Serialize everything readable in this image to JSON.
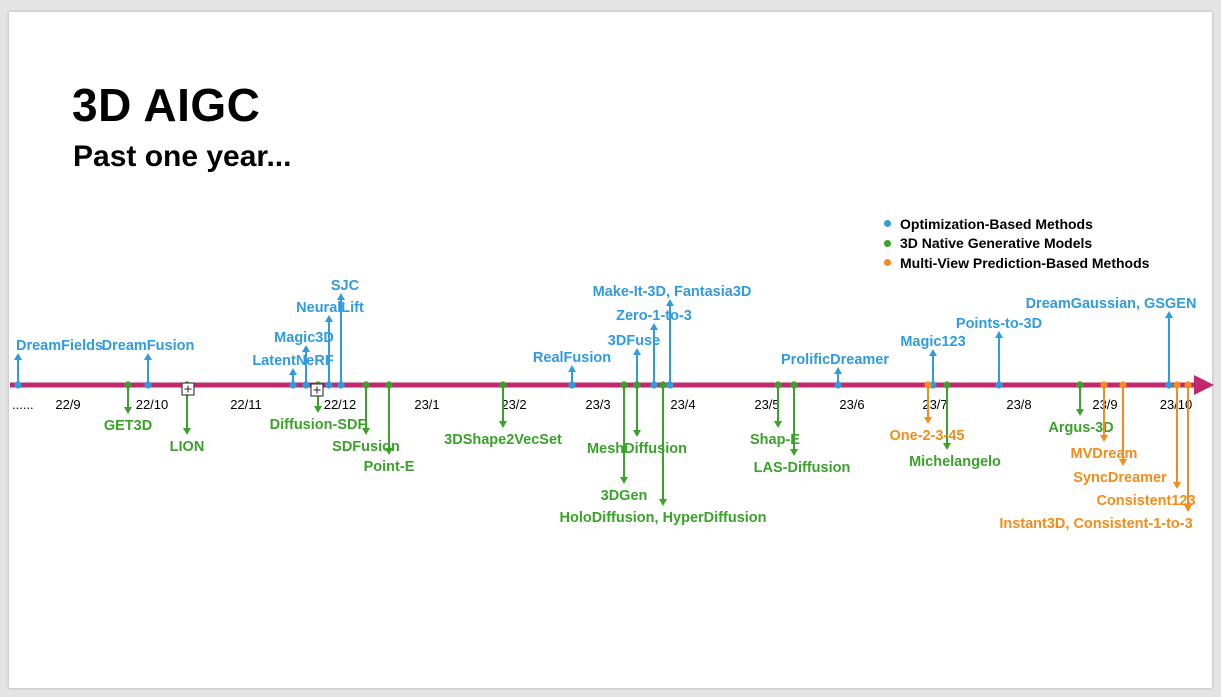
{
  "slide": {
    "title": "3D AIGC",
    "subtitle": "Past one year..."
  },
  "colors": {
    "optimization": "#2f9be0",
    "native": "#3aa22a",
    "multiview": "#f28c1a",
    "axis": "#c2286e"
  },
  "legend": [
    {
      "label": "Optimization-Based Methods",
      "category": "optimization"
    },
    {
      "label": "3D Native Generative Models",
      "category": "native"
    },
    {
      "label": "Multi-View Prediction-Based Methods",
      "category": "multiview"
    }
  ],
  "timeline": {
    "start_label": "......",
    "months": [
      "22/9",
      "22/10",
      "22/11",
      "22/12",
      "23/1",
      "23/2",
      "23/3",
      "23/4",
      "23/5",
      "23/6",
      "23/7",
      "23/8",
      "23/9",
      "23/10"
    ]
  },
  "events": [
    {
      "label": "DreamFields",
      "category": "optimization",
      "direction": "up"
    },
    {
      "label": "DreamFusion",
      "category": "optimization",
      "direction": "up"
    },
    {
      "label": "LatentNeRF",
      "category": "optimization",
      "direction": "up"
    },
    {
      "label": "Magic3D",
      "category": "optimization",
      "direction": "up"
    },
    {
      "label": "NeuralLift",
      "category": "optimization",
      "direction": "up"
    },
    {
      "label": "SJC",
      "category": "optimization",
      "direction": "up"
    },
    {
      "label": "RealFusion",
      "category": "optimization",
      "direction": "up"
    },
    {
      "label": "3DFuse",
      "category": "optimization",
      "direction": "up"
    },
    {
      "label": "Zero-1-to-3",
      "category": "optimization",
      "direction": "up"
    },
    {
      "label": "Make-It-3D, Fantasia3D",
      "category": "optimization",
      "direction": "up"
    },
    {
      "label": "ProlificDreamer",
      "category": "optimization",
      "direction": "up"
    },
    {
      "label": "Magic123",
      "category": "optimization",
      "direction": "up"
    },
    {
      "label": "Points-to-3D",
      "category": "optimization",
      "direction": "up"
    },
    {
      "label": "DreamGaussian, GSGEN",
      "category": "optimization",
      "direction": "up"
    },
    {
      "label": "GET3D",
      "category": "native",
      "direction": "down"
    },
    {
      "label": "LION",
      "category": "native",
      "direction": "down"
    },
    {
      "label": "Diffusion-SDF",
      "category": "native",
      "direction": "down"
    },
    {
      "label": "SDFusion",
      "category": "native",
      "direction": "down"
    },
    {
      "label": "Point-E",
      "category": "native",
      "direction": "down"
    },
    {
      "label": "3DShape2VecSet",
      "category": "native",
      "direction": "down"
    },
    {
      "label": "MeshDiffusion",
      "category": "native",
      "direction": "down"
    },
    {
      "label": "3DGen",
      "category": "native",
      "direction": "down"
    },
    {
      "label": "HoloDiffusion, HyperDiffusion",
      "category": "native",
      "direction": "down"
    },
    {
      "label": "Shap-E",
      "category": "native",
      "direction": "down"
    },
    {
      "label": "LAS-Diffusion",
      "category": "native",
      "direction": "down"
    },
    {
      "label": "Michelangelo",
      "category": "native",
      "direction": "down"
    },
    {
      "label": "Argus-3D",
      "category": "native",
      "direction": "down"
    },
    {
      "label": "One-2-3-45",
      "category": "multiview",
      "direction": "down"
    },
    {
      "label": "MVDream",
      "category": "multiview",
      "direction": "down"
    },
    {
      "label": "SyncDreamer",
      "category": "multiview",
      "direction": "down"
    },
    {
      "label": "Consistent123",
      "category": "multiview",
      "direction": "down"
    },
    {
      "label": "Instant3D, Consistent-1-to-3",
      "category": "multiview",
      "direction": "down"
    }
  ]
}
